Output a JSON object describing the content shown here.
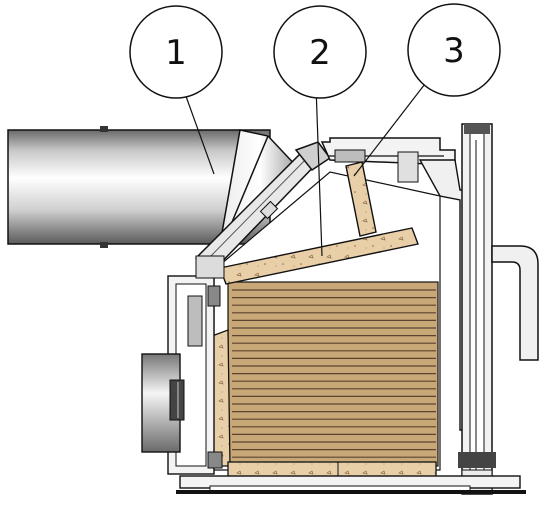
{
  "callouts": [
    {
      "id": "1",
      "label": "1"
    },
    {
      "id": "2",
      "label": "2"
    },
    {
      "id": "3",
      "label": "3"
    }
  ],
  "colors": {
    "line": "#111111",
    "wood": "#e9cfa8",
    "wood_dark": "#c9a878",
    "wood_edge": "#8a6a45",
    "metal_light": "#f4f4f4",
    "metal_mid": "#bdbdbd",
    "metal_dark": "#4a4a4a"
  }
}
